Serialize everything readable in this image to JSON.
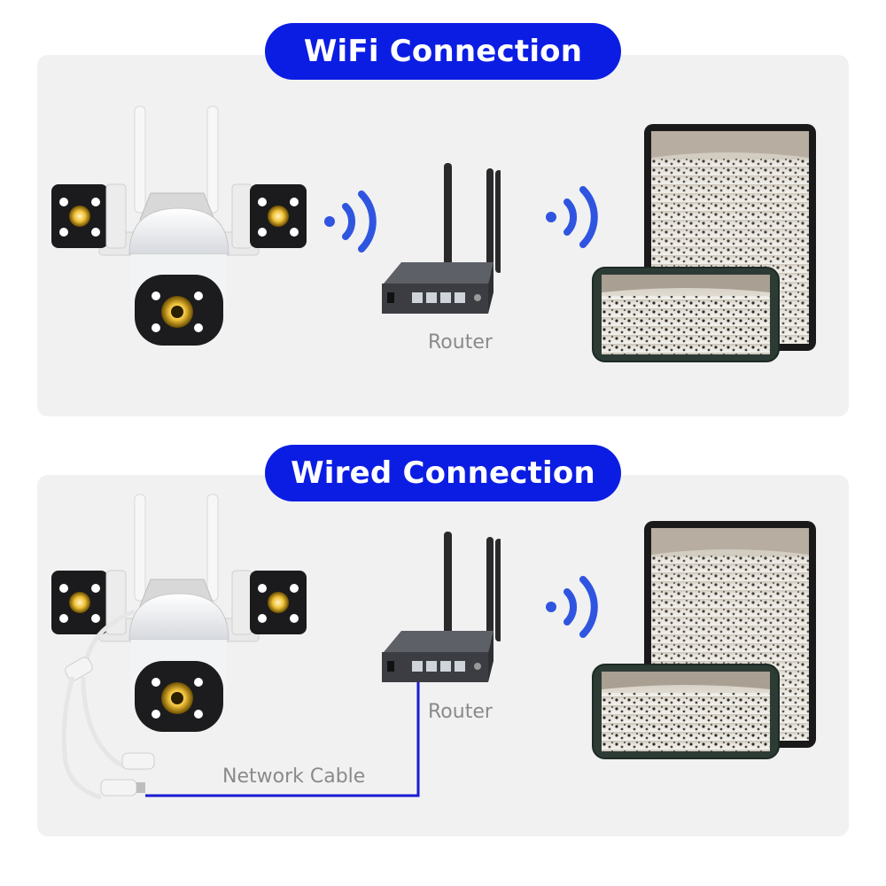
{
  "sections": [
    {
      "title": "WiFi Connection",
      "router_label": "Router"
    },
    {
      "title": "Wired Connection",
      "router_label": "Router",
      "cable_label": "Network Cable"
    }
  ],
  "colors": {
    "accent": "#0c1de3",
    "wifi_waves": "#2f55e0",
    "cable": "#1a1ad6",
    "panel": "#f1f1f1"
  },
  "icons": [
    "camera-icon",
    "wifi-signal-icon",
    "router-icon",
    "tablet-icon",
    "phone-icon"
  ]
}
